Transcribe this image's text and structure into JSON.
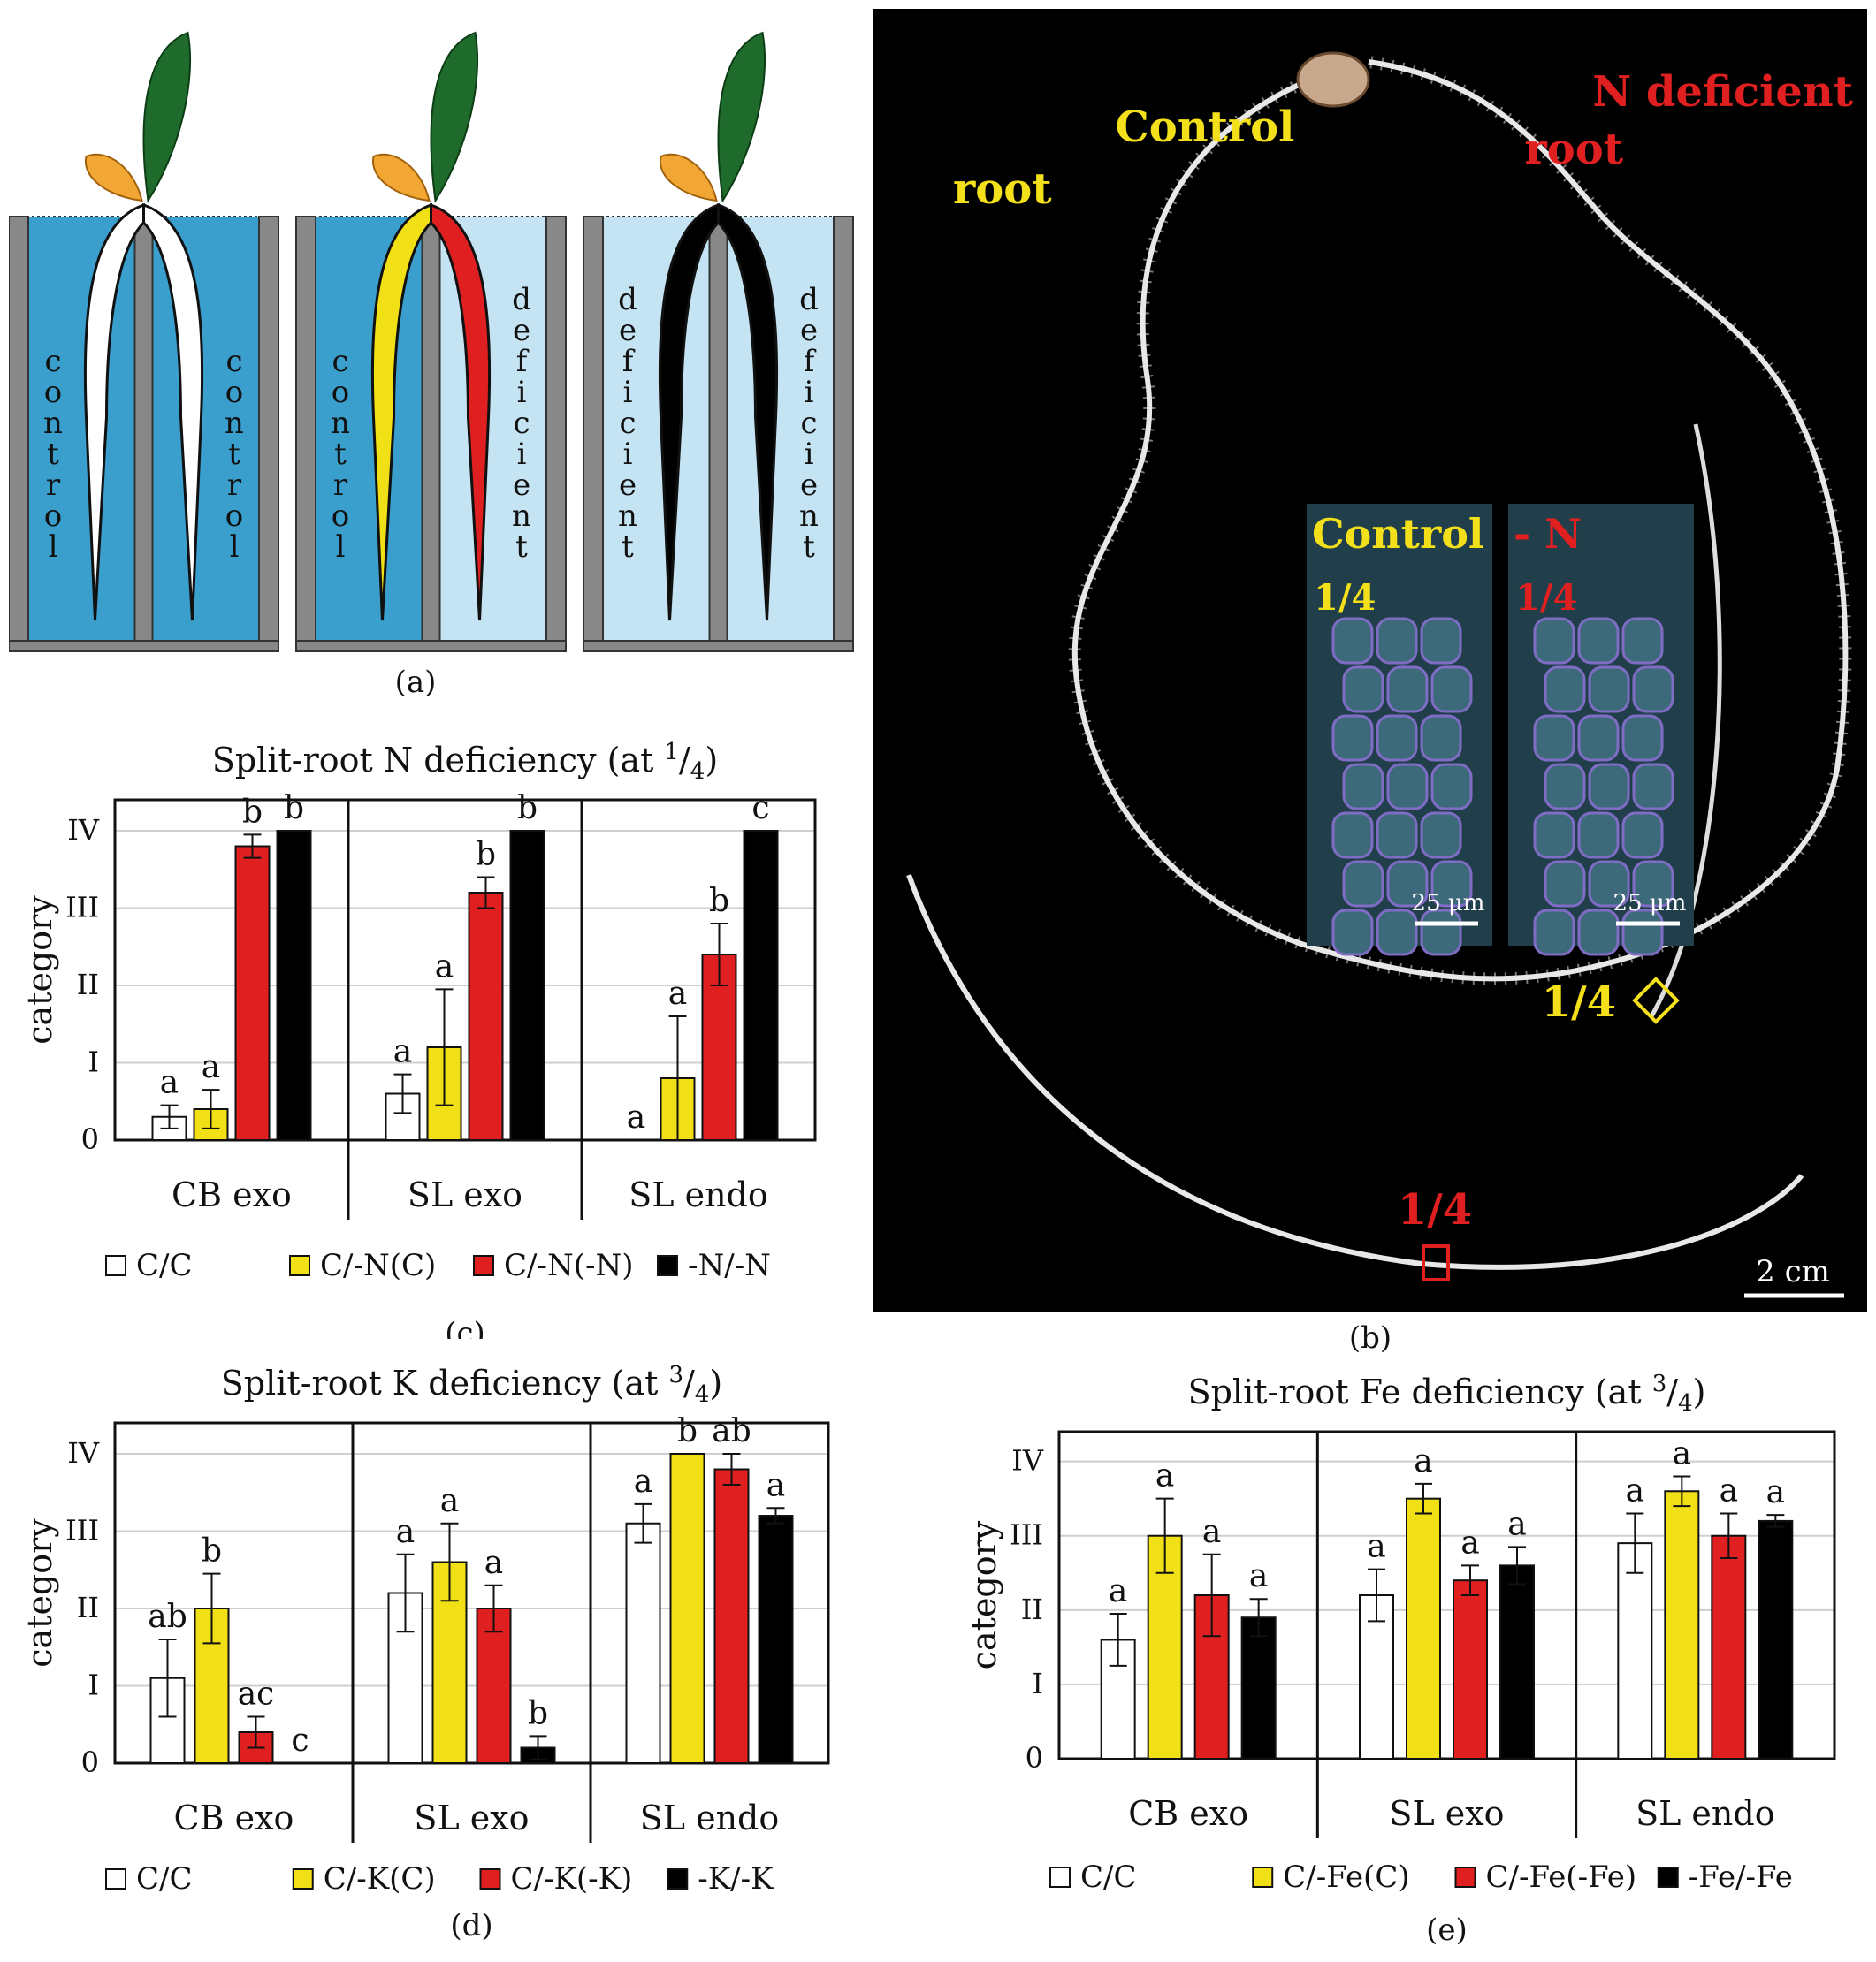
{
  "panel_a": {
    "pots": [
      {
        "left": "control",
        "right": "control"
      },
      {
        "left": "control",
        "right": "deficient"
      },
      {
        "left": "deficient",
        "right": "deficient"
      }
    ],
    "caption": "(a)"
  },
  "panel_b": {
    "labels": {
      "control_root": [
        "Control",
        "root"
      ],
      "n_def_root": [
        "N deficient",
        "root"
      ],
      "inset_control": "Control",
      "inset_minus_n": "- N",
      "quarter": "1/4",
      "scale_inset": "25 μm",
      "scale_main": "2 cm"
    },
    "caption": "(b)"
  },
  "colors": {
    "cc": "#ffffff",
    "yellow": "#f2e016",
    "red": "#e02020",
    "black": "#000000"
  },
  "chart_data": [
    {
      "id": "c",
      "type": "bar",
      "title": "Split-root N deficiency (at 1/4)",
      "title_main": "Split-root N deficiency (at ",
      "title_sup": "1",
      "title_sub": "4",
      "title_close": ")",
      "ylabel": "category",
      "ylim": [
        0,
        4.4
      ],
      "yticks": [
        0,
        1,
        2,
        3,
        4
      ],
      "ytick_labels": [
        "0",
        "I",
        "II",
        "III",
        "IV"
      ],
      "groups": [
        "CB exo",
        "SL exo",
        "SL endo"
      ],
      "series": [
        {
          "name": "C/C",
          "color": "#ffffff",
          "values": [
            0.3,
            0.6,
            0
          ],
          "errors": [
            0.15,
            0.25,
            0
          ],
          "letters": [
            "a",
            "a",
            "a"
          ]
        },
        {
          "name": "C/-N(C)",
          "color": "#f2e016",
          "values": [
            0.4,
            1.2,
            0.8
          ],
          "errors": [
            0.25,
            0.75,
            0.8
          ],
          "letters": [
            "a",
            "a",
            "a"
          ]
        },
        {
          "name": "C/-N(-N)",
          "color": "#e02020",
          "values": [
            3.8,
            3.2,
            2.4
          ],
          "errors": [
            0.15,
            0.2,
            0.4
          ],
          "letters": [
            "b",
            "b",
            "b"
          ]
        },
        {
          "name": "-N/-N",
          "color": "#000000",
          "values": [
            4.0,
            4.0,
            4.0
          ],
          "errors": [
            0,
            0,
            0
          ],
          "letters": [
            "b",
            "b",
            "c"
          ]
        }
      ],
      "caption": "(c)"
    },
    {
      "id": "d",
      "type": "bar",
      "title": "Split-root K deficiency (at 3/4)",
      "title_main": "Split-root K deficiency (at ",
      "title_sup": "3",
      "title_sub": "4",
      "title_close": ")",
      "ylabel": "category",
      "ylim": [
        0,
        4.4
      ],
      "yticks": [
        0,
        1,
        2,
        3,
        4
      ],
      "ytick_labels": [
        "0",
        "I",
        "II",
        "III",
        "IV"
      ],
      "groups": [
        "CB exo",
        "SL exo",
        "SL endo"
      ],
      "series": [
        {
          "name": "C/C",
          "color": "#ffffff",
          "values": [
            1.1,
            2.2,
            3.1
          ],
          "errors": [
            0.5,
            0.5,
            0.25
          ],
          "letters": [
            "ab",
            "a",
            "a"
          ]
        },
        {
          "name": "C/-K(C)",
          "color": "#f2e016",
          "values": [
            2.0,
            2.6,
            4.0
          ],
          "errors": [
            0.45,
            0.5,
            0
          ],
          "letters": [
            "b",
            "a",
            "b"
          ]
        },
        {
          "name": "C/-K(-K)",
          "color": "#e02020",
          "values": [
            0.4,
            2.0,
            3.8
          ],
          "errors": [
            0.2,
            0.3,
            0.2
          ],
          "letters": [
            "ac",
            "a",
            "ab"
          ]
        },
        {
          "name": "-K/-K",
          "color": "#000000",
          "values": [
            0,
            0.2,
            3.2
          ],
          "errors": [
            0,
            0.15,
            0.1
          ],
          "letters": [
            "c",
            "b",
            "a"
          ]
        }
      ],
      "caption": "(d)"
    },
    {
      "id": "e",
      "type": "bar",
      "title": "Split-root Fe deficiency (at 3/4)",
      "title_main": "Split-root Fe deficiency (at ",
      "title_sup": "3",
      "title_sub": "4",
      "title_close": ")",
      "ylabel": "category",
      "ylim": [
        0,
        4.4
      ],
      "yticks": [
        1,
        2,
        3,
        4
      ],
      "ytick_labels": [
        "I",
        "II",
        "III",
        "IV"
      ],
      "ytick_zero_label": "0",
      "groups": [
        "CB exo",
        "SL exo",
        "SL endo"
      ],
      "series": [
        {
          "name": "C/C",
          "color": "#ffffff",
          "values": [
            1.6,
            2.2,
            2.9
          ],
          "errors": [
            0.35,
            0.35,
            0.4
          ],
          "letters": [
            "a",
            "a",
            "a"
          ]
        },
        {
          "name": "C/-Fe(C)",
          "color": "#f2e016",
          "values": [
            3.0,
            3.5,
            3.6
          ],
          "errors": [
            0.5,
            0.2,
            0.2
          ],
          "letters": [
            "a",
            "a",
            "a"
          ]
        },
        {
          "name": "C/-Fe(-Fe)",
          "color": "#e02020",
          "values": [
            2.2,
            2.4,
            3.0
          ],
          "errors": [
            0.55,
            0.2,
            0.3
          ],
          "letters": [
            "a",
            "a",
            "a"
          ]
        },
        {
          "name": "-Fe/-Fe",
          "color": "#000000",
          "values": [
            1.9,
            2.6,
            3.2
          ],
          "errors": [
            0.25,
            0.25,
            0.08
          ],
          "letters": [
            "a",
            "a",
            "a"
          ]
        }
      ],
      "caption": "(e)"
    }
  ]
}
